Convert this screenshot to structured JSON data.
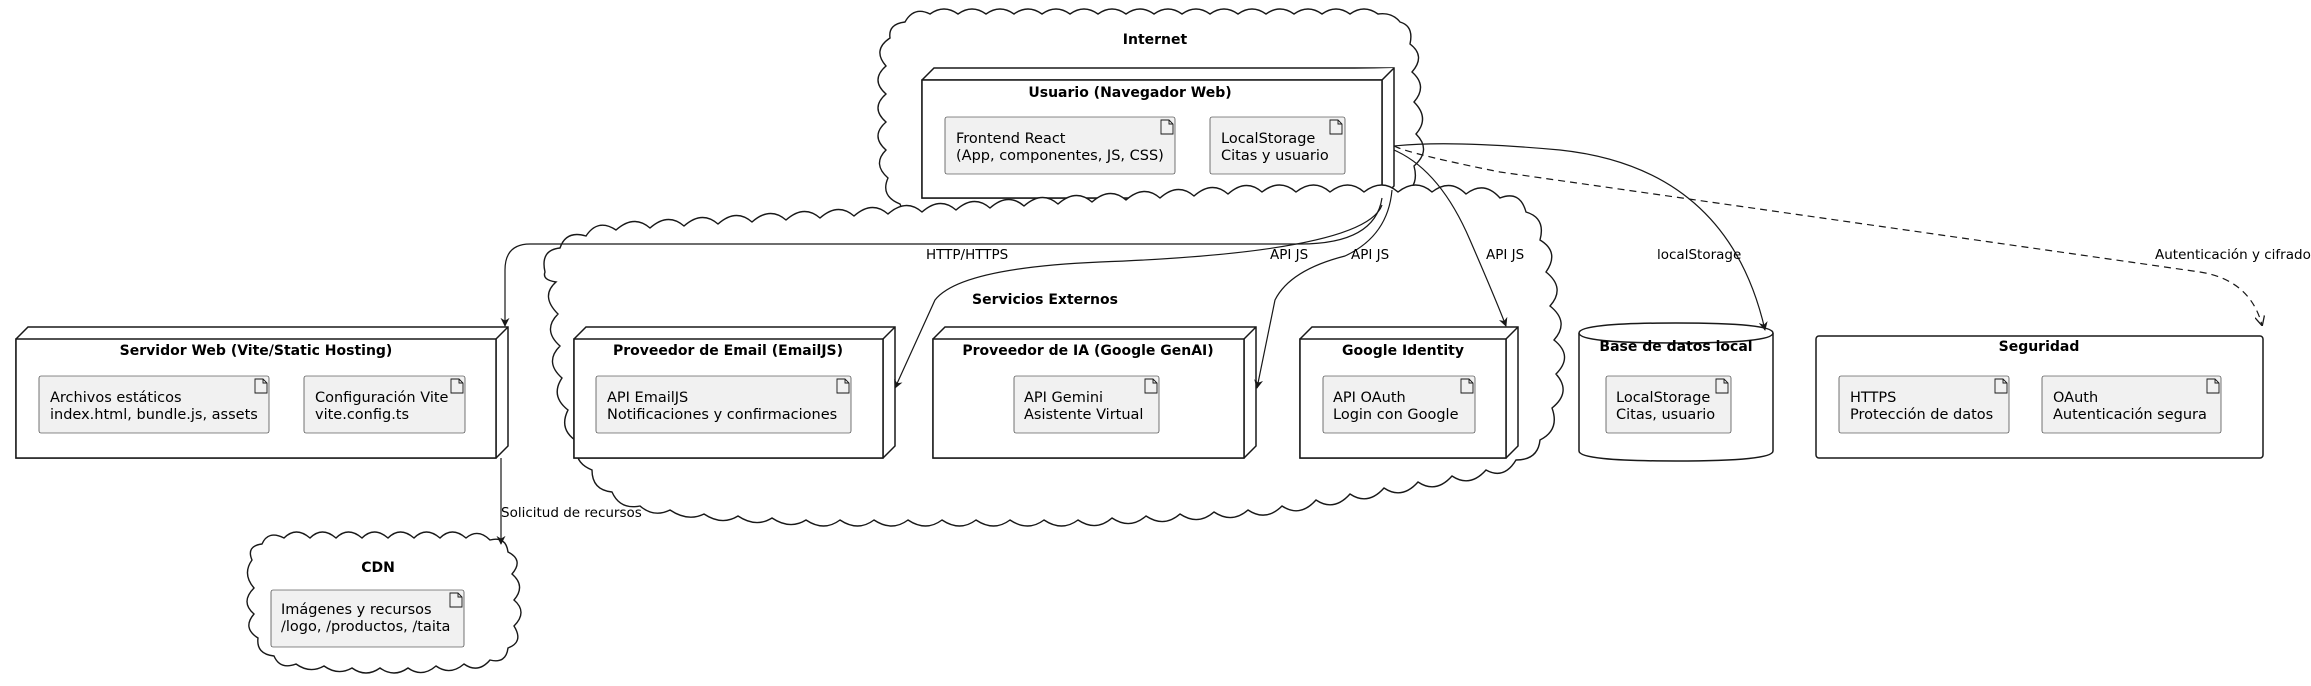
{
  "groups": {
    "internet": "Internet",
    "usuario_node": "Usuario (Navegador Web)",
    "servicios": "Servicios Externos",
    "servidor": "Servidor Web (Vite/Static Hosting)",
    "email": "Proveedor de Email (EmailJS)",
    "ia": "Proveedor de IA (Google GenAI)",
    "google_identity": "Google Identity",
    "base_datos": "Base de datos local",
    "seguridad": "Seguridad",
    "cdn": "CDN"
  },
  "artifacts": {
    "frontend": [
      "Frontend React",
      "(App, componentes, JS, CSS)"
    ],
    "localstorage_user": [
      "LocalStorage",
      "Citas y usuario"
    ],
    "archivos": [
      "Archivos estáticos",
      "index.html, bundle.js, assets"
    ],
    "config": [
      "Configuración Vite",
      "vite.config.ts"
    ],
    "emailjs": [
      "API EmailJS",
      "Notificaciones y confirmaciones"
    ],
    "gemini": [
      "API Gemini",
      "Asistente Virtual"
    ],
    "oauth_api": [
      "API OAuth",
      "Login con Google"
    ],
    "localstorage_db": [
      "LocalStorage",
      "Citas, usuario"
    ],
    "https": [
      "HTTPS",
      "Protección de datos"
    ],
    "oauth_sec": [
      "OAuth",
      "Autenticación segura"
    ],
    "imagenes": [
      "Imágenes y recursos",
      "/logo, /productos, /taita"
    ]
  },
  "edges": {
    "http": "HTTP/HTTPS",
    "api_email": "API JS",
    "api_ia": "API JS",
    "api_google": "API JS",
    "localstorage": "localStorage",
    "auth": "Autenticación y cifrado",
    "recursos": "Solicitud de recursos"
  }
}
